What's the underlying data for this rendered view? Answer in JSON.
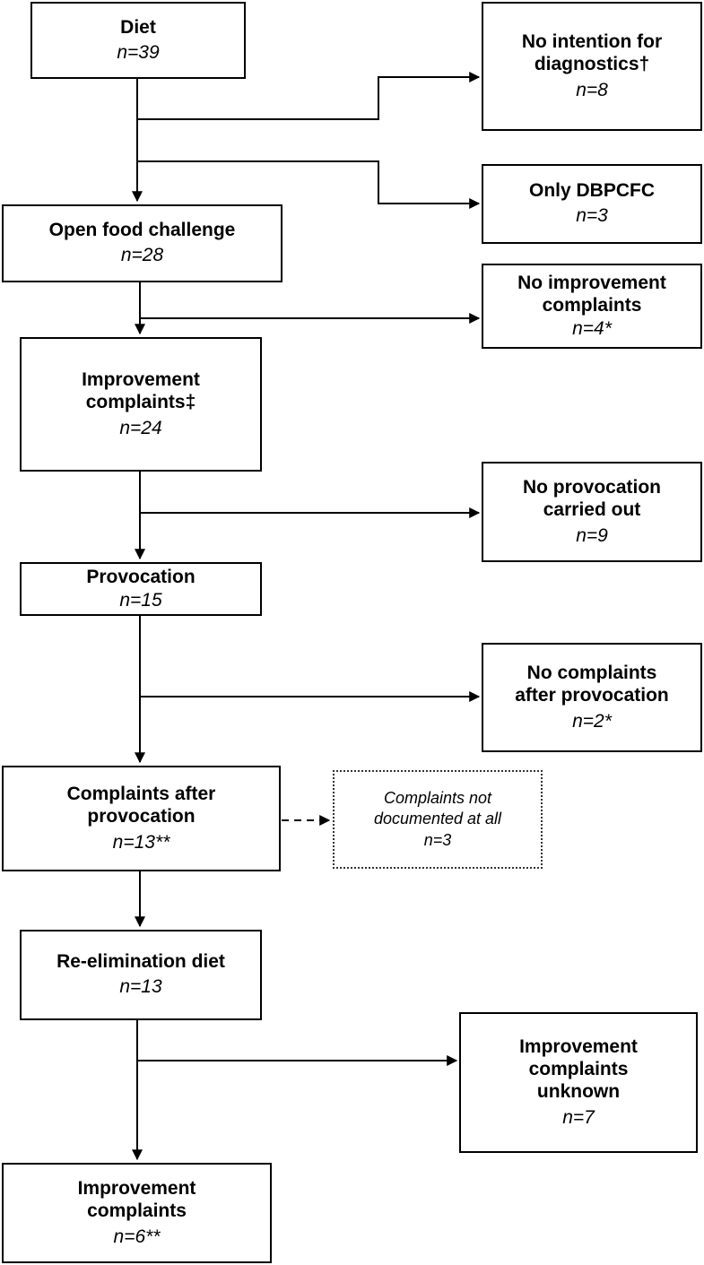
{
  "nodes": {
    "diet": {
      "title": "Diet",
      "n": "n=39"
    },
    "no_intention": {
      "title_1": "No intention for",
      "title_2": "diagnostics†",
      "n": "n=8"
    },
    "only_dbpcfc": {
      "title": "Only DBPCFC",
      "n": "n=3"
    },
    "open_food": {
      "title": "Open food challenge",
      "n": "n=28"
    },
    "no_improvement": {
      "title_1": "No improvement",
      "title_2": "complaints",
      "n": "n=4*"
    },
    "improvement": {
      "title_1": "Improvement",
      "title_2": "complaints‡",
      "n": "n=24"
    },
    "no_provocation": {
      "title_1": "No provocation",
      "title_2": "carried out",
      "n": "n=9"
    },
    "provocation": {
      "title": "Provocation",
      "n": "n=15"
    },
    "no_complaints": {
      "title_1": "No complaints",
      "title_2": "after provocation",
      "n": "n=2*"
    },
    "complaints_after": {
      "title_1": "Complaints after",
      "title_2": "provocation",
      "n": "n=13**"
    },
    "not_documented": {
      "line_1": "Complaints not",
      "line_2": "documented at all",
      "n": "n=3"
    },
    "reelimination": {
      "title": "Re-elimination diet",
      "n": "n=13"
    },
    "improvement_unknown": {
      "title_1": "Improvement",
      "title_2": "complaints",
      "title_3": "unknown",
      "n": "n=7"
    },
    "improvement_final": {
      "title_1": "Improvement",
      "title_2": "complaints",
      "n": "n=6**"
    }
  }
}
